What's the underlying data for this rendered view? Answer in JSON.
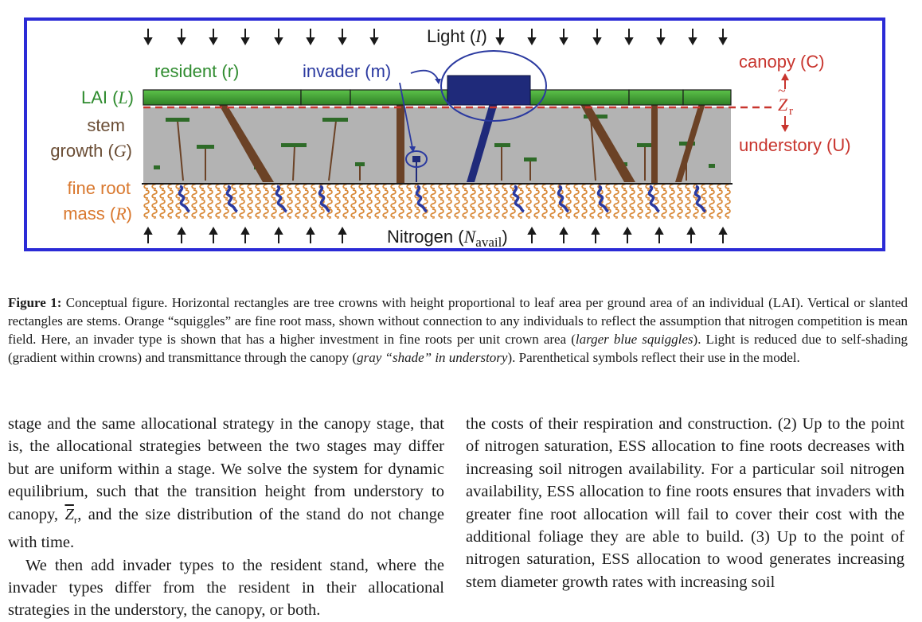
{
  "figure": {
    "light_label_prefix": "Light (",
    "light_symbol": "I",
    "light_label_suffix": ")",
    "nitrogen_label_prefix": "Nitrogen (",
    "nitrogen_symbol": "N",
    "nitrogen_subscript": "avail",
    "nitrogen_label_suffix": ")",
    "resident_label": "resident (r)",
    "invader_label": "invader (m)",
    "lai_prefix": "LAI (",
    "lai_symbol": "L",
    "lai_suffix": ")",
    "stem_label": "stem",
    "growth_prefix": "growth (",
    "growth_symbol": "G",
    "growth_suffix": ")",
    "fine_root_label": "fine root",
    "mass_prefix": "mass (",
    "mass_symbol": "R",
    "mass_suffix": ")",
    "canopy_label": "canopy (C)",
    "transition_symbol": "Z",
    "transition_subscript": "r",
    "understory_label": "understory (U)",
    "colors": {
      "frame_blue": "#2b2bd6",
      "crown_green": "#46a33b",
      "stem_brown": "#6b4226",
      "understory_gray": "#b3b3b3",
      "invader_navy": "#1f2a7a",
      "root_orange": "#d98a3a",
      "canopy_red": "#c8352e",
      "lai_green": "#2e8b2e",
      "stem_label_brown": "#6b4e36",
      "root_label_orange": "#d9782e",
      "resident_green": "#2e8b2e",
      "invader_blue": "#2b3aa0"
    }
  },
  "caption": {
    "label": "Figure 1:",
    "text_1": " Conceptual figure. Horizontal rectangles are tree crowns with height proportional to leaf area per ground area of an individual (LAI). Vertical or slanted rectangles are stems. Orange “squiggles” are fine root mass, shown without connection to any individuals to reflect the assumption that nitrogen competition is mean field. Here, an invader type is shown that has a higher investment in fine roots per unit crown area (",
    "italic_1": "larger blue squiggles",
    "text_2": "). Light is reduced due to self-shading (gradient within crowns) and transmittance through the canopy (",
    "italic_2": "gray “shade” in understory",
    "text_3": "). Parenthetical symbols reflect their use in the model."
  },
  "body_left": {
    "p1_a": "stage and the same allocational strategy in the canopy stage, that is, the allocational strategies between the two stages may differ but are uniform within a stage. We solve the system for dynamic equilibrium, such that the transition height from understory to canopy, ",
    "p1_sym": "Z",
    "p1_sub": "r",
    "p1_b": ", and the size distribution of the stand do not change with time.",
    "p2": "We then add invader types to the resident stand, where the invader types differ from the resident in their allocational strategies in the understory, the canopy, or both."
  },
  "body_right": {
    "p1": "the costs of their respiration and construction. (2) Up to the point of nitrogen saturation, ESS allocation to fine roots decreases with increasing soil nitrogen availability. For a particular soil nitrogen availability, ESS allocation to fine roots ensures that invaders with greater fine root allocation will fail to cover their cost with the additional foliage they are able to build. (3) Up to the point of nitrogen saturation, ESS allocation to wood generates increasing stem diameter growth rates with increasing soil"
  }
}
